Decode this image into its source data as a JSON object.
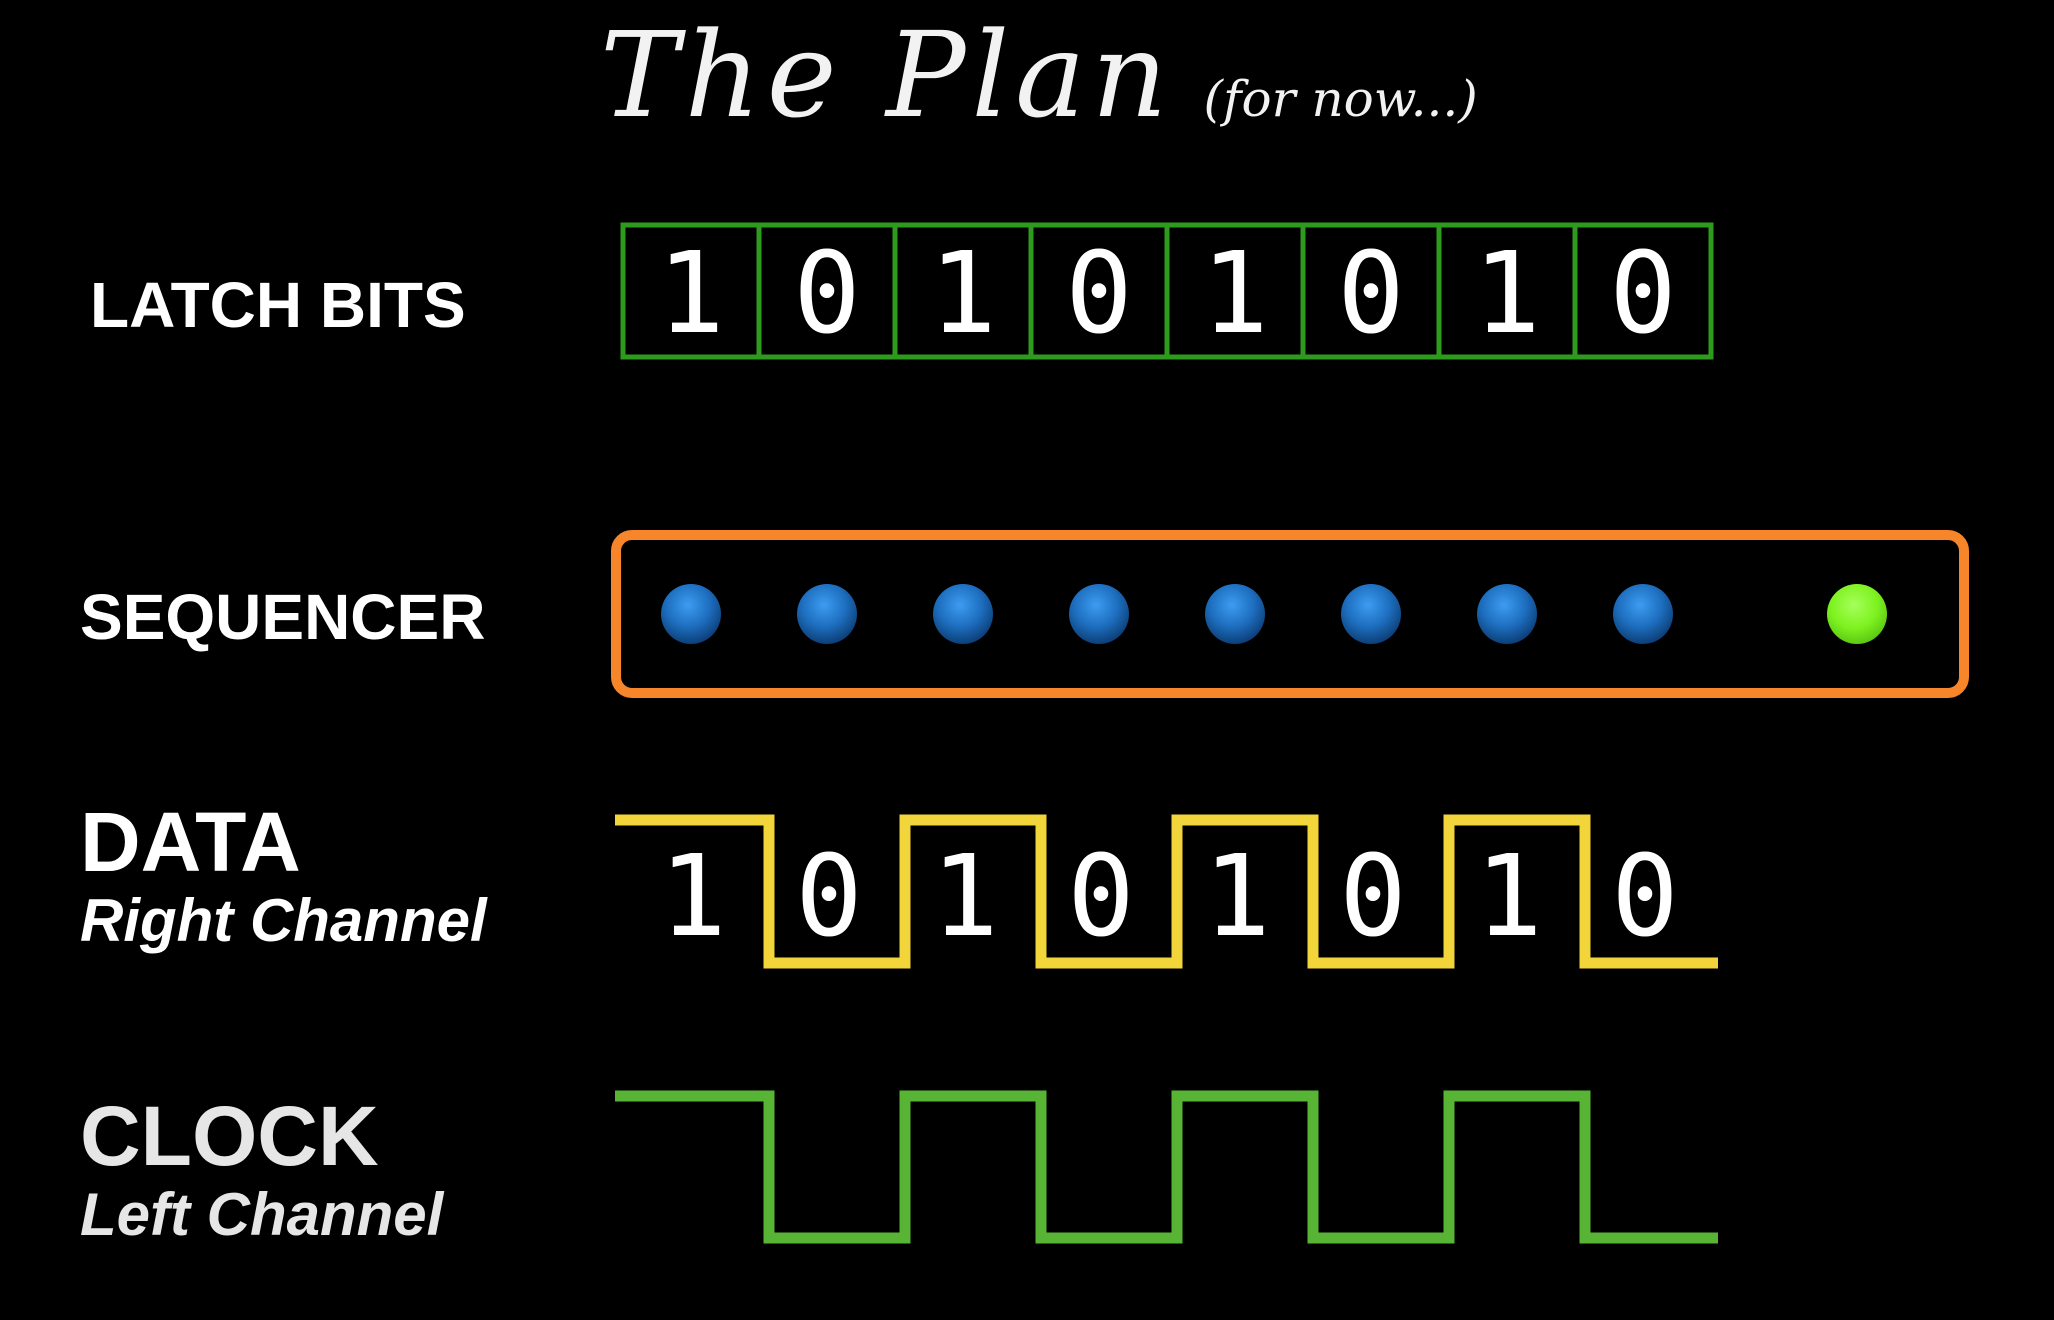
{
  "title": {
    "main": "The Plan",
    "sub": "(for now...)"
  },
  "rows": {
    "latch": {
      "label": "LATCH BITS"
    },
    "sequencer": {
      "label": "SEQUENCER"
    },
    "data": {
      "label": "DATA",
      "sublabel": "Right Channel"
    },
    "clock": {
      "label": "CLOCK",
      "sublabel": "Left Channel"
    }
  },
  "latch_bits": [
    "1",
    "0",
    "1",
    "0",
    "1",
    "0",
    "1",
    "0"
  ],
  "data_bits": [
    "1",
    "0",
    "1",
    "0",
    "1",
    "0",
    "1",
    "0"
  ],
  "sequencer": {
    "dots": [
      "blue",
      "blue",
      "blue",
      "blue",
      "blue",
      "blue",
      "blue",
      "blue",
      "green"
    ]
  },
  "colors": {
    "background": "#000000",
    "latch_box": "#2e9a1e",
    "sequencer_border": "#f7862b",
    "dot_blue": "#1e6fc0",
    "dot_green": "#7df21f",
    "data_wave": "#f2d43b",
    "clock_wave": "#58b435"
  }
}
